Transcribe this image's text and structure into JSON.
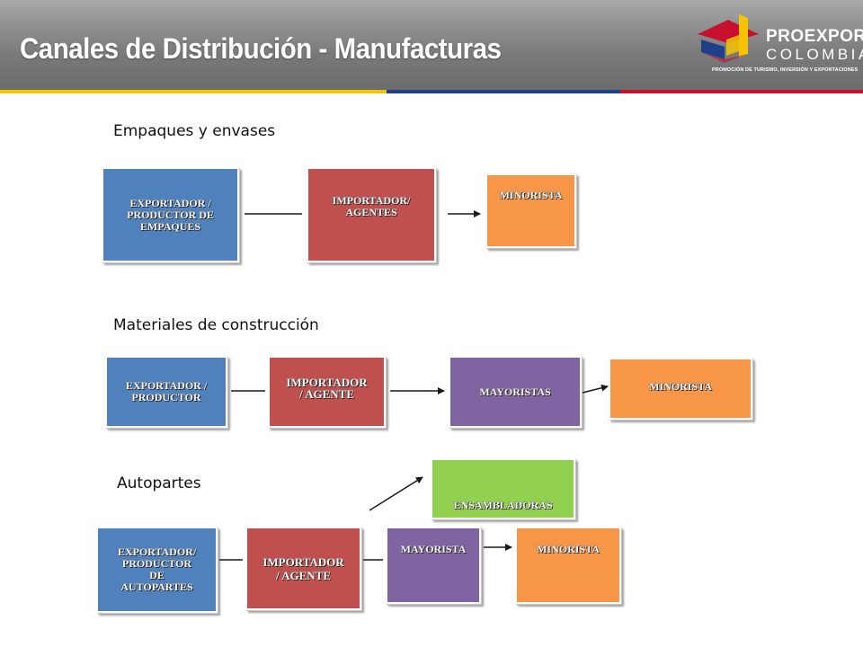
{
  "header": {
    "title": "Canales de Distribución - Manufacturas",
    "logo": {
      "name": "PROEXPORT",
      "country": "COLOMBIA",
      "tagline": "PROMOCIÓN DE TURISMO, INVERSIÓN Y EXPORTACIONES"
    }
  },
  "colors": {
    "blue": "#4f81bd",
    "red": "#c0504d",
    "orange": "#f79646",
    "purple": "#8064a2",
    "green": "#92d050",
    "flag_yellow": "#f5c400",
    "flag_blue": "#1f3f8a",
    "flag_red": "#c8102e"
  },
  "sections": [
    {
      "label": "Empaques y envases",
      "nodes": [
        {
          "text": "EXPORTADOR /\nPRODUCTOR  DE\nEMPAQUES",
          "color": "blue"
        },
        {
          "text": "IMPORTADOR/\nAGENTES",
          "color": "red"
        },
        {
          "text": "MINORISTA",
          "color": "orange"
        }
      ]
    },
    {
      "label": "Materiales de construcción",
      "nodes": [
        {
          "text": "EXPORTADOR  /\nPRODUCTOR",
          "color": "blue"
        },
        {
          "text": "IMPORTADOR\n/ AGENTE",
          "color": "red"
        },
        {
          "text": "MAYORISTAS",
          "color": "purple"
        },
        {
          "text": "MINORISTA",
          "color": "orange"
        }
      ]
    },
    {
      "label": "Autopartes",
      "nodes": [
        {
          "text": "EXPORTADOR/\nPRODUCTOR\nDE\nAUTOPARTES",
          "color": "blue"
        },
        {
          "text": "IMPORTADOR\n/ AGENTE",
          "color": "red"
        },
        {
          "text": "MAYORISTA",
          "color": "purple"
        },
        {
          "text": "MINORISTA",
          "color": "orange"
        },
        {
          "text": "ENSAMBLADORAS",
          "color": "green"
        }
      ]
    }
  ]
}
